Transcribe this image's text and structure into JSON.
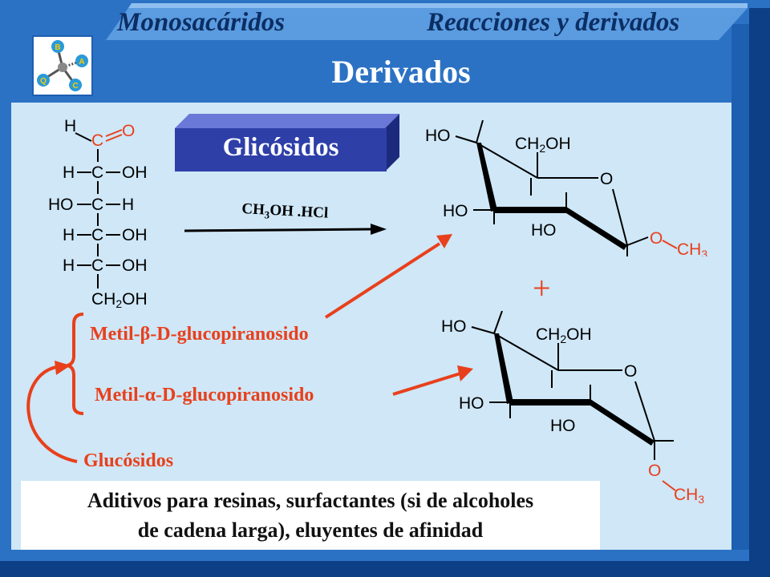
{
  "header": {
    "left_title": "Monosacáridos",
    "right_title": "Reacciones y derivados",
    "page_title": "Derivados",
    "colors": {
      "band": "#2c72c4",
      "dark": "#0d3f86",
      "title_text": "#0b2e63"
    }
  },
  "logo": {
    "letters": [
      "B",
      "A",
      "C",
      "Q"
    ],
    "icon": "molecule-logo-icon"
  },
  "glycoside_box": {
    "label": "Glicósidos",
    "color": "#2e3fa8"
  },
  "reaction": {
    "reagent_main": "CH",
    "reagent_sub": "3",
    "reagent_rest": "OH .HCl"
  },
  "products": {
    "beta_label": "Metil-β-D-glucopiranosido",
    "alpha_label": "Metil-α-D-glucopiranosido",
    "glucosides_label": "Glucósidos",
    "plus": "+"
  },
  "info": {
    "line1": "Aditivos para resinas, surfactantes (si de alcoholes",
    "line2": "de cadena larga), eluyentes de afinidad"
  },
  "colors": {
    "accent_red": "#e8401c",
    "background": "#cfe7f7"
  }
}
